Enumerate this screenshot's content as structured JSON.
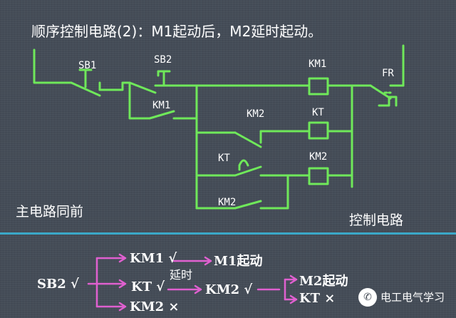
{
  "title": "顺序控制电路(2)：M1起动后，M2延时起动。",
  "labels": {
    "sb1": "SB1",
    "sb2": "SB2",
    "km1_hold": "KM1",
    "km1_coil": "KM1",
    "fr": "FR",
    "km2_nc": "KM2",
    "kt_coil": "KT",
    "kt_contact": "KT",
    "km2_coil": "KM2",
    "km2_hold": "KM2"
  },
  "left_note": "主电路同前",
  "right_note": "控制电路",
  "sequence": {
    "sb2": "SB2 √",
    "km1": "KM1 √",
    "m1": "M1起动",
    "kt": "KT √",
    "delay": "延时",
    "km2_mid": "KM2 √",
    "km2_off": "KM2 ×",
    "m2": "M2起动",
    "kt_off": "KT ×"
  },
  "watermark": "电工电气学习",
  "colors": {
    "background": "#444c57",
    "wire": "#6fe85a",
    "arrow": "#e060d0",
    "divider": "#3aa8c8",
    "text": "#ffffff"
  }
}
